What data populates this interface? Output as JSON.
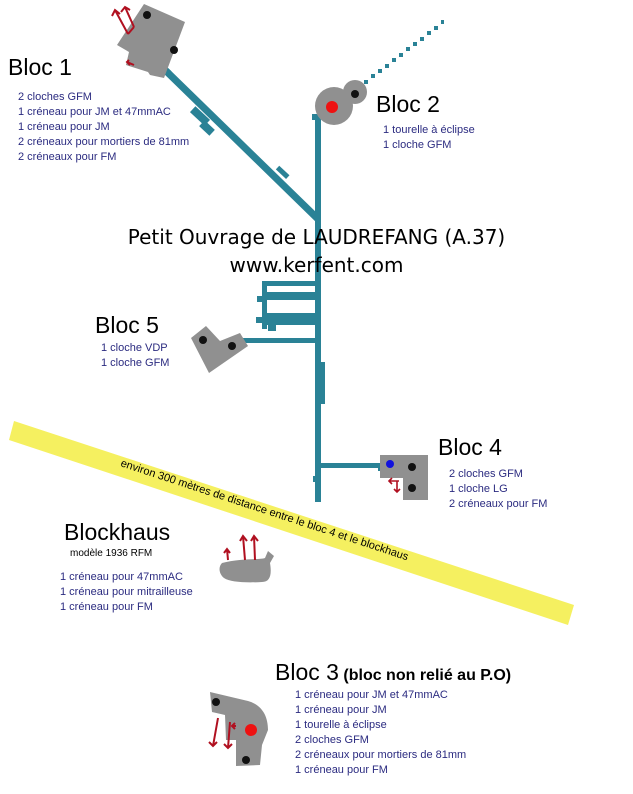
{
  "title": {
    "line1": "Petit Ouvrage de LAUDREFANG (A.37)",
    "line2": "www.kerfent.com"
  },
  "colors": {
    "gallery": "#2a8296",
    "bloc": "#909090",
    "cloche": "#111111",
    "tourelle": "#ee1111",
    "cloche_lg": "#1111dd",
    "embrasure": "#b01020",
    "band": "#f5f060",
    "text_list": "#2b2b80"
  },
  "blocs": [
    {
      "name": "Bloc 1",
      "items": [
        "2 cloches GFM",
        "1 créneau pour JM et 47mmAC",
        "1 créneau pour JM",
        "2 créneaux pour mortiers de 81mm",
        "2 créneaux pour FM"
      ]
    },
    {
      "name": "Bloc 2",
      "items": [
        "1 tourelle à éclipse",
        "1 cloche GFM"
      ]
    },
    {
      "name": "Bloc 5",
      "items": [
        "1 cloche VDP",
        "1 cloche GFM"
      ]
    },
    {
      "name": "Bloc 4",
      "items": [
        "2 cloches GFM",
        "1 cloche LG",
        "2 créneaux pour FM"
      ]
    },
    {
      "name": "Bloc 3",
      "note": "(bloc non relié au P.O)",
      "items": [
        "1 créneau pour JM et 47mmAC",
        "1 créneau pour JM",
        "1 tourelle à éclipse",
        "2 cloches GFM",
        "2 créneaux pour mortiers de 81mm",
        "1 créneau pour FM"
      ]
    }
  ],
  "blockhaus": {
    "name": "Blockhaus",
    "model": "modèle 1936 RFM",
    "items": [
      "1 créneau pour 47mmAC",
      "1 créneau pour mitrailleuse",
      "1 créneau pour FM"
    ]
  },
  "distance_band": {
    "text": "environ 300 mètres de distance entre le bloc 4  et le blockhaus"
  }
}
